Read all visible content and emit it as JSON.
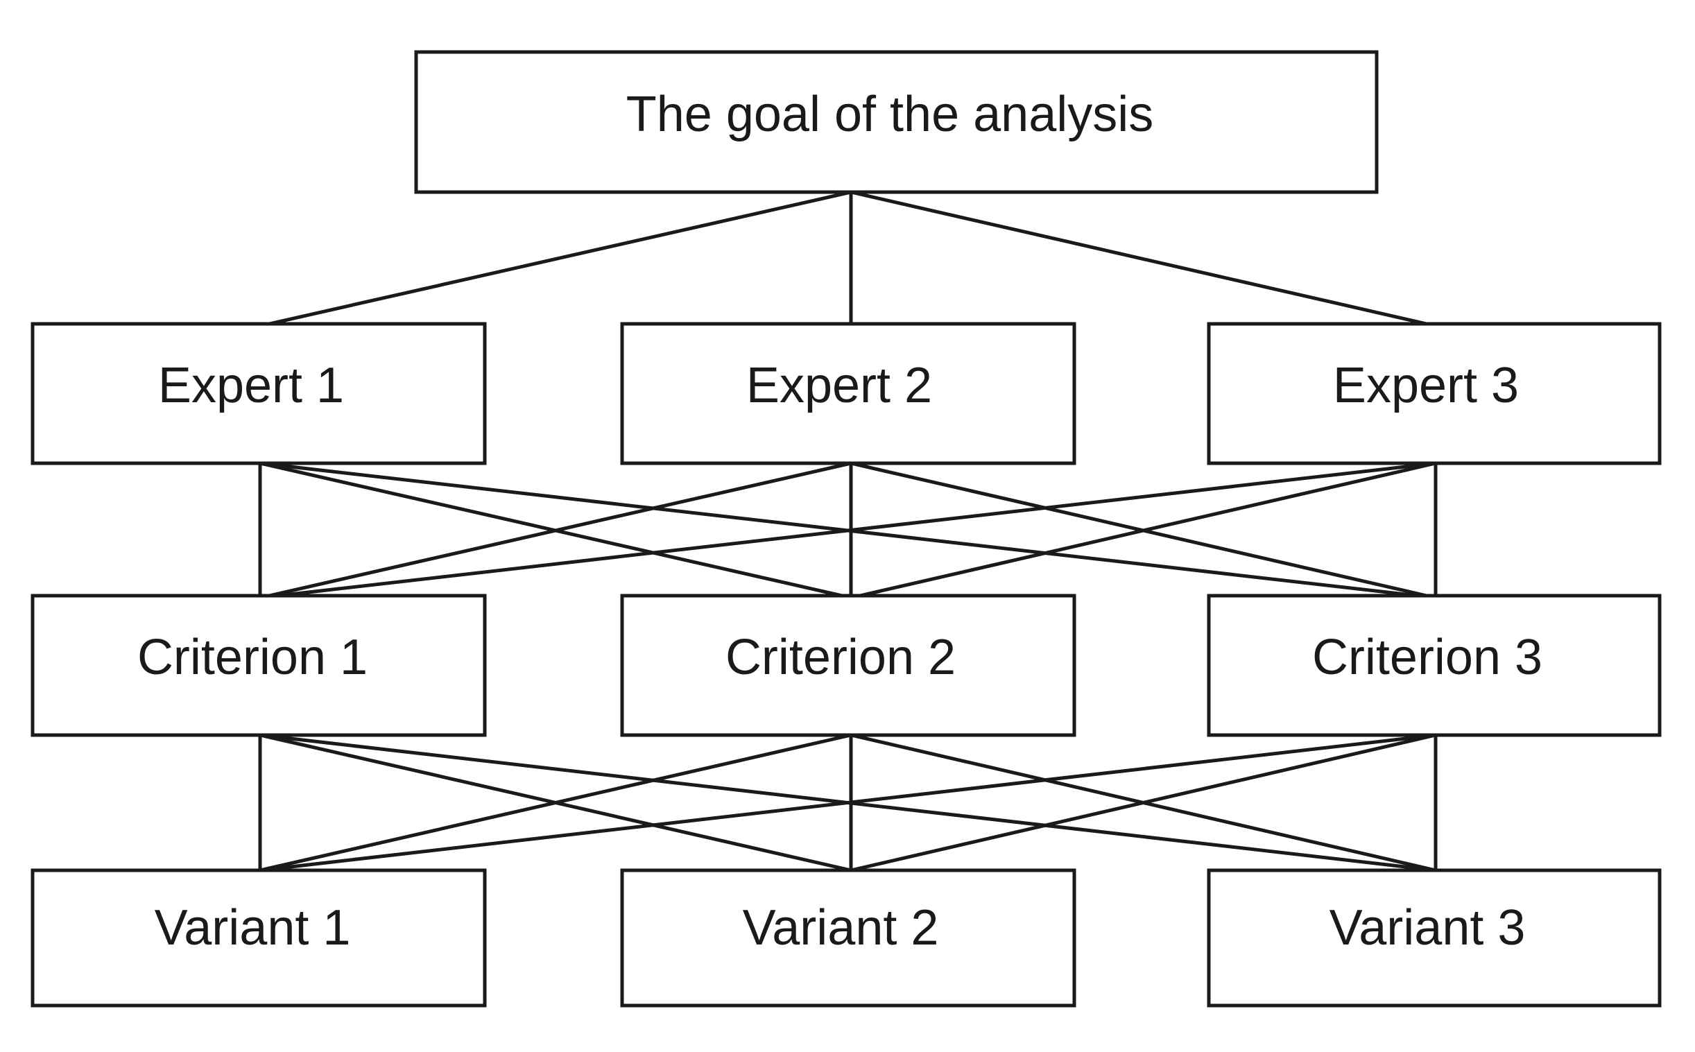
{
  "goal": "The goal of the analysis",
  "experts": [
    "Expert 1",
    "Expert 2",
    "Expert 3"
  ],
  "criteria": [
    "Criterion 1",
    "Criterion 2",
    "Criterion 3"
  ],
  "variants": [
    "Variant 1",
    "Variant 2",
    "Variant 3"
  ],
  "colors": {
    "stroke": "#1a1a1a",
    "fill": "#ffffff",
    "text": "#1a1a1a"
  }
}
